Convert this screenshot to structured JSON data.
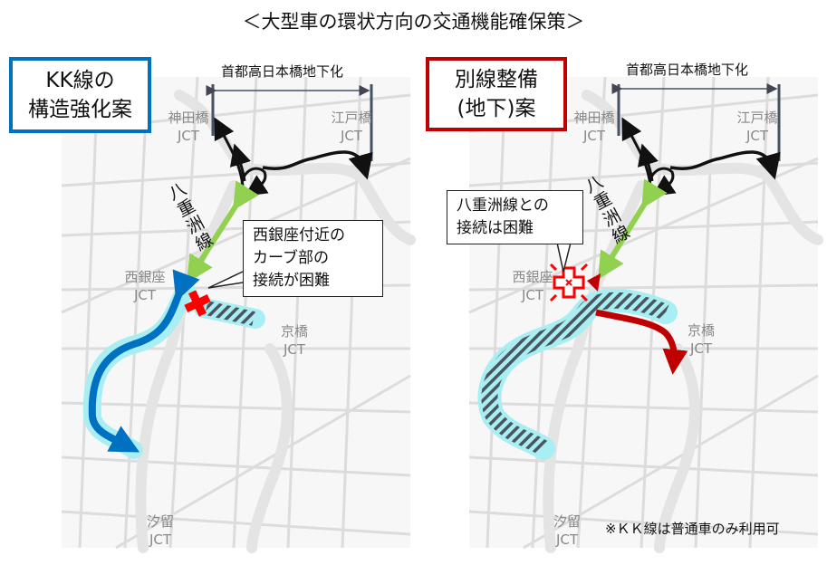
{
  "title": "＜大型車の環状方向の交通機能確保策＞",
  "left_panel": {
    "heading_line1": "KK線の",
    "heading_line2": "構造強化案",
    "accent": "#0070c0",
    "bracket_label": "首都高日本橋地下化",
    "callout": [
      "西銀座付近の",
      "カーブ部の",
      "接続が困難"
    ],
    "route_label": [
      "八",
      "重",
      "洲",
      "線"
    ]
  },
  "right_panel": {
    "heading_line1": "別線整備",
    "heading_line2": "(地下)案",
    "accent": "#c00000",
    "bracket_label": "首都高日本橋地下化",
    "callout": [
      "八重洲線との",
      "接続は困難"
    ],
    "route_label": [
      "八",
      "重",
      "洲",
      "線"
    ],
    "note": "※ＫＫ線は普通車のみ利用可"
  },
  "junctions": {
    "kandabashi": [
      "神田橋",
      "JCT"
    ],
    "edobashi": [
      "江戸橋",
      "JCT"
    ],
    "nishiginza": [
      "西銀座",
      "JCT"
    ],
    "kyobashi": [
      "京橋",
      "JCT"
    ],
    "shiodome": [
      "汐留",
      "JCT"
    ]
  }
}
